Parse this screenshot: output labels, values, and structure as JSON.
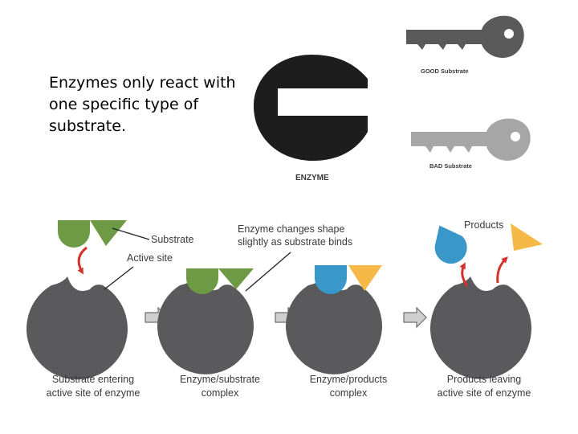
{
  "slide": {
    "text": "Enzymes only react with one specific type of substrate."
  },
  "lock_key": {
    "enzyme_label": "ENZYME",
    "good_label": "GOOD Substrate",
    "bad_label": "BAD Substrate",
    "colors": {
      "enzyme": "#1d1d1d",
      "good_key": "#5a5a5a",
      "bad_key": "#a6a6a6"
    }
  },
  "process": {
    "labels": {
      "substrate": "Substrate",
      "active_site": "Active site",
      "shape_change_line1": "Enzyme changes shape",
      "shape_change_line2": "slightly as substrate binds",
      "products": "Products"
    },
    "captions": [
      {
        "line1": "Substrate entering",
        "line2": "active site of enzyme"
      },
      {
        "line1": "Enzyme/substrate",
        "line2": "complex"
      },
      {
        "line1": "Enzyme/products",
        "line2": "complex"
      },
      {
        "line1": "Products leaving",
        "line2": "active site of enzyme"
      }
    ],
    "colors": {
      "enzyme": "#5a5a5c",
      "substrate": "#6e9a45",
      "product_a": "#3a97c9",
      "product_b": "#f6b948",
      "arrow": "#d2332a"
    }
  }
}
